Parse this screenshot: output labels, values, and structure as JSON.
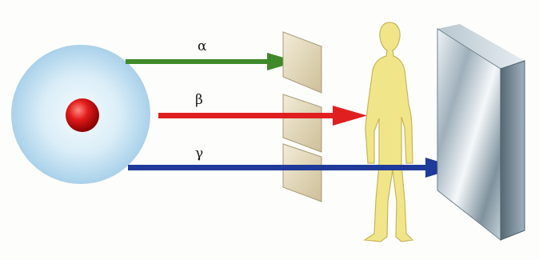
{
  "rays": [
    {
      "id": "alpha",
      "symbol": "α",
      "color": "#3e8a2a"
    },
    {
      "id": "beta",
      "symbol": "β",
      "color": "#e02020"
    },
    {
      "id": "gamma",
      "symbol": "γ",
      "color": "#1f3a9a"
    }
  ],
  "colors": {
    "atom_cloud": "#bcdcf0",
    "nucleus": "#d01818",
    "human_figure": "#f1e58a",
    "barrier": "#dfe7ec",
    "background": "#fdfdfb"
  },
  "icons": [
    "atom-icon",
    "human-figure-icon",
    "paper-sheet-icon",
    "concrete-block-icon"
  ]
}
